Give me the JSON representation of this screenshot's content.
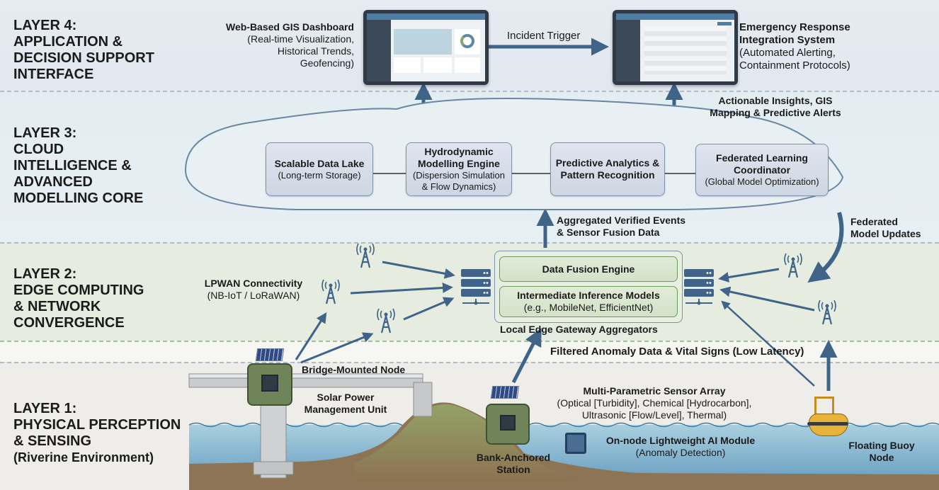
{
  "colors": {
    "arrow": "#3f6488",
    "layer4_bg": "#e4eaf0",
    "layer3_bg": "#e5eef2",
    "layer2_bg": "#e6ede0",
    "layer1_bg": "#efedea",
    "water": "#7fb3cf",
    "soil": "#8d7455",
    "hill": "#8c9b63",
    "node_green": "#6b8056",
    "buoy": "#e8b33a"
  },
  "layers": [
    {
      "title": "LAYER 4:",
      "lines": [
        "APPLICATION &",
        "DECISION SUPPORT",
        "INTERFACE"
      ]
    },
    {
      "title": "LAYER 3:",
      "lines": [
        "CLOUD",
        "INTELLIGENCE &",
        "ADVANCED",
        "MODELLING CORE"
      ]
    },
    {
      "title": "LAYER 2:",
      "lines": [
        "EDGE COMPUTING",
        "& NETWORK",
        "CONVERGENCE"
      ]
    },
    {
      "title": "LAYER 1:",
      "lines": [
        "PHYSICAL PERCEPTION",
        "& SENSING"
      ],
      "sub": "(Riverine Environment)"
    }
  ],
  "layer4": {
    "dashboard": {
      "title": "Web-Based GIS Dashboard",
      "lines": [
        "(Real-time Visualization,",
        "Historical Trends,",
        "Geofencing)"
      ]
    },
    "incident_trigger": "Incident Trigger",
    "emergency": {
      "title_lines": [
        "Emergency Response",
        "Integration System"
      ],
      "lines": [
        "(Automated Alerting,",
        "Containment Protocols)"
      ]
    }
  },
  "layer3": {
    "actionable": [
      "Actionable Insights, GIS",
      "Mapping & Predictive Alerts"
    ],
    "modules": [
      {
        "title_lines": [
          "Scalable Data Lake"
        ],
        "sub_lines": [
          "(Long-term Storage)"
        ]
      },
      {
        "title_lines": [
          "Hydrodynamic",
          "Modelling Engine"
        ],
        "sub_lines": [
          "(Dispersion Simulation",
          "& Flow Dynamics)"
        ]
      },
      {
        "title_lines": [
          "Predictive Analytics &",
          "Pattern Recognition"
        ],
        "sub_lines": []
      },
      {
        "title_lines": [
          "Federated Learning",
          "Coordinator"
        ],
        "sub_lines": [
          "(Global Model Optimization)"
        ]
      }
    ],
    "aggregated": [
      "Aggregated Verified Events",
      "& Sensor Fusion Data"
    ],
    "federated_updates": [
      "Federated",
      "Model Updates"
    ]
  },
  "layer2": {
    "lpwan_title": "LPWAN Connectivity",
    "lpwan_sub": "(NB-IoT / LoRaWAN)",
    "data_fusion": "Data Fusion Engine",
    "inference_title": "Intermediate Inference Models",
    "inference_sub": "(e.g., MobileNet, EfficientNet)",
    "gateway_label": "Local Edge Gateway Aggregators"
  },
  "filtered": "Filtered Anomaly Data & Vital Signs (Low Latency)",
  "layer1": {
    "bridge_node": "Bridge-Mounted Node",
    "solar": [
      "Solar Power",
      "Management Unit"
    ],
    "bank_station": [
      "Bank-Anchored",
      "Station"
    ],
    "sensor_array_title": "Multi-Parametric Sensor Array",
    "sensor_array_lines": [
      "(Optical [Turbidity], Chemical [Hydrocarbon],",
      "Ultrasonic [Flow/Level], Thermal)"
    ],
    "ai_module_title": "On-node Lightweight AI Module",
    "ai_module_sub": "(Anomaly Detection)",
    "buoy": [
      "Floating Buoy",
      "Node"
    ]
  }
}
